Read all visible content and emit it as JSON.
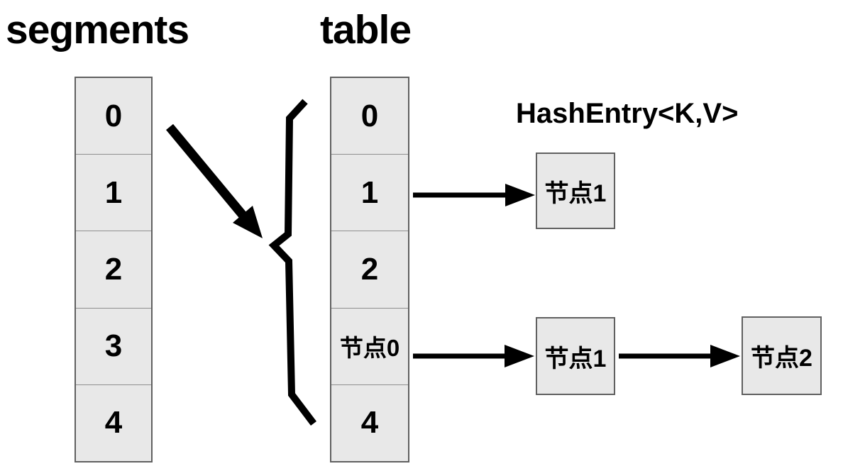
{
  "titles": {
    "segments": "segments",
    "table": "table"
  },
  "labels": {
    "hash_entry": "HashEntry<K,V>"
  },
  "segments_array": {
    "cells": [
      "0",
      "1",
      "2",
      "3",
      "4"
    ]
  },
  "table_array": {
    "cells": [
      "0",
      "1",
      "2",
      "节点0",
      "4"
    ]
  },
  "nodes": {
    "bucket1_node1": "节点1",
    "bucket4_node1": "节点1",
    "bucket4_node2": "节点2"
  },
  "colors": {
    "background": "#ffffff",
    "cell_fill": "#e8e8e8",
    "cell_border": "#606060",
    "cell_divider": "#8f8f8f",
    "text": "#000000",
    "arrow": "#000000"
  }
}
